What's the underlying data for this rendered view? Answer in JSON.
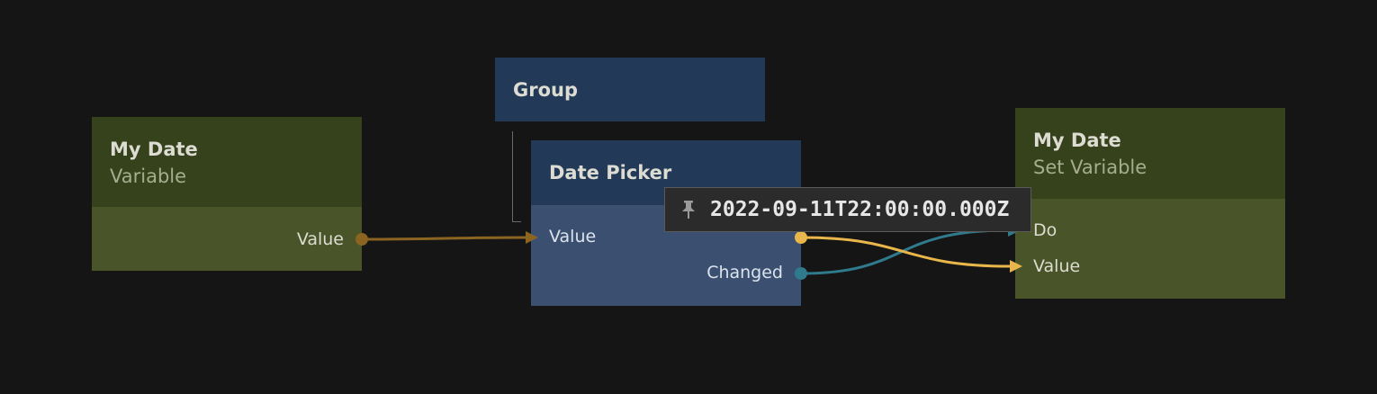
{
  "colors": {
    "background": "#151515",
    "variable_header": "#36421c",
    "variable_body": "#4a5429",
    "ui_header": "#223a58",
    "ui_body": "#3b5070",
    "wire_value_dim": "#8a6420",
    "wire_value": "#e8b64a",
    "wire_signal": "#2f7a8c"
  },
  "nodes": {
    "variable": {
      "title": "My Date",
      "subtitle": "Variable",
      "ports": {
        "value": "Value"
      }
    },
    "group": {
      "title": "Group"
    },
    "date_picker": {
      "title": "Date Picker",
      "ports": {
        "value": "Value",
        "changed": "Changed"
      }
    },
    "set_variable": {
      "title": "My Date",
      "subtitle": "Set Variable",
      "ports": {
        "do": "Do",
        "value": "Value"
      }
    }
  },
  "tooltip": {
    "icon": "pin-icon",
    "text": "2022-09-11T22:00:00.000Z"
  }
}
